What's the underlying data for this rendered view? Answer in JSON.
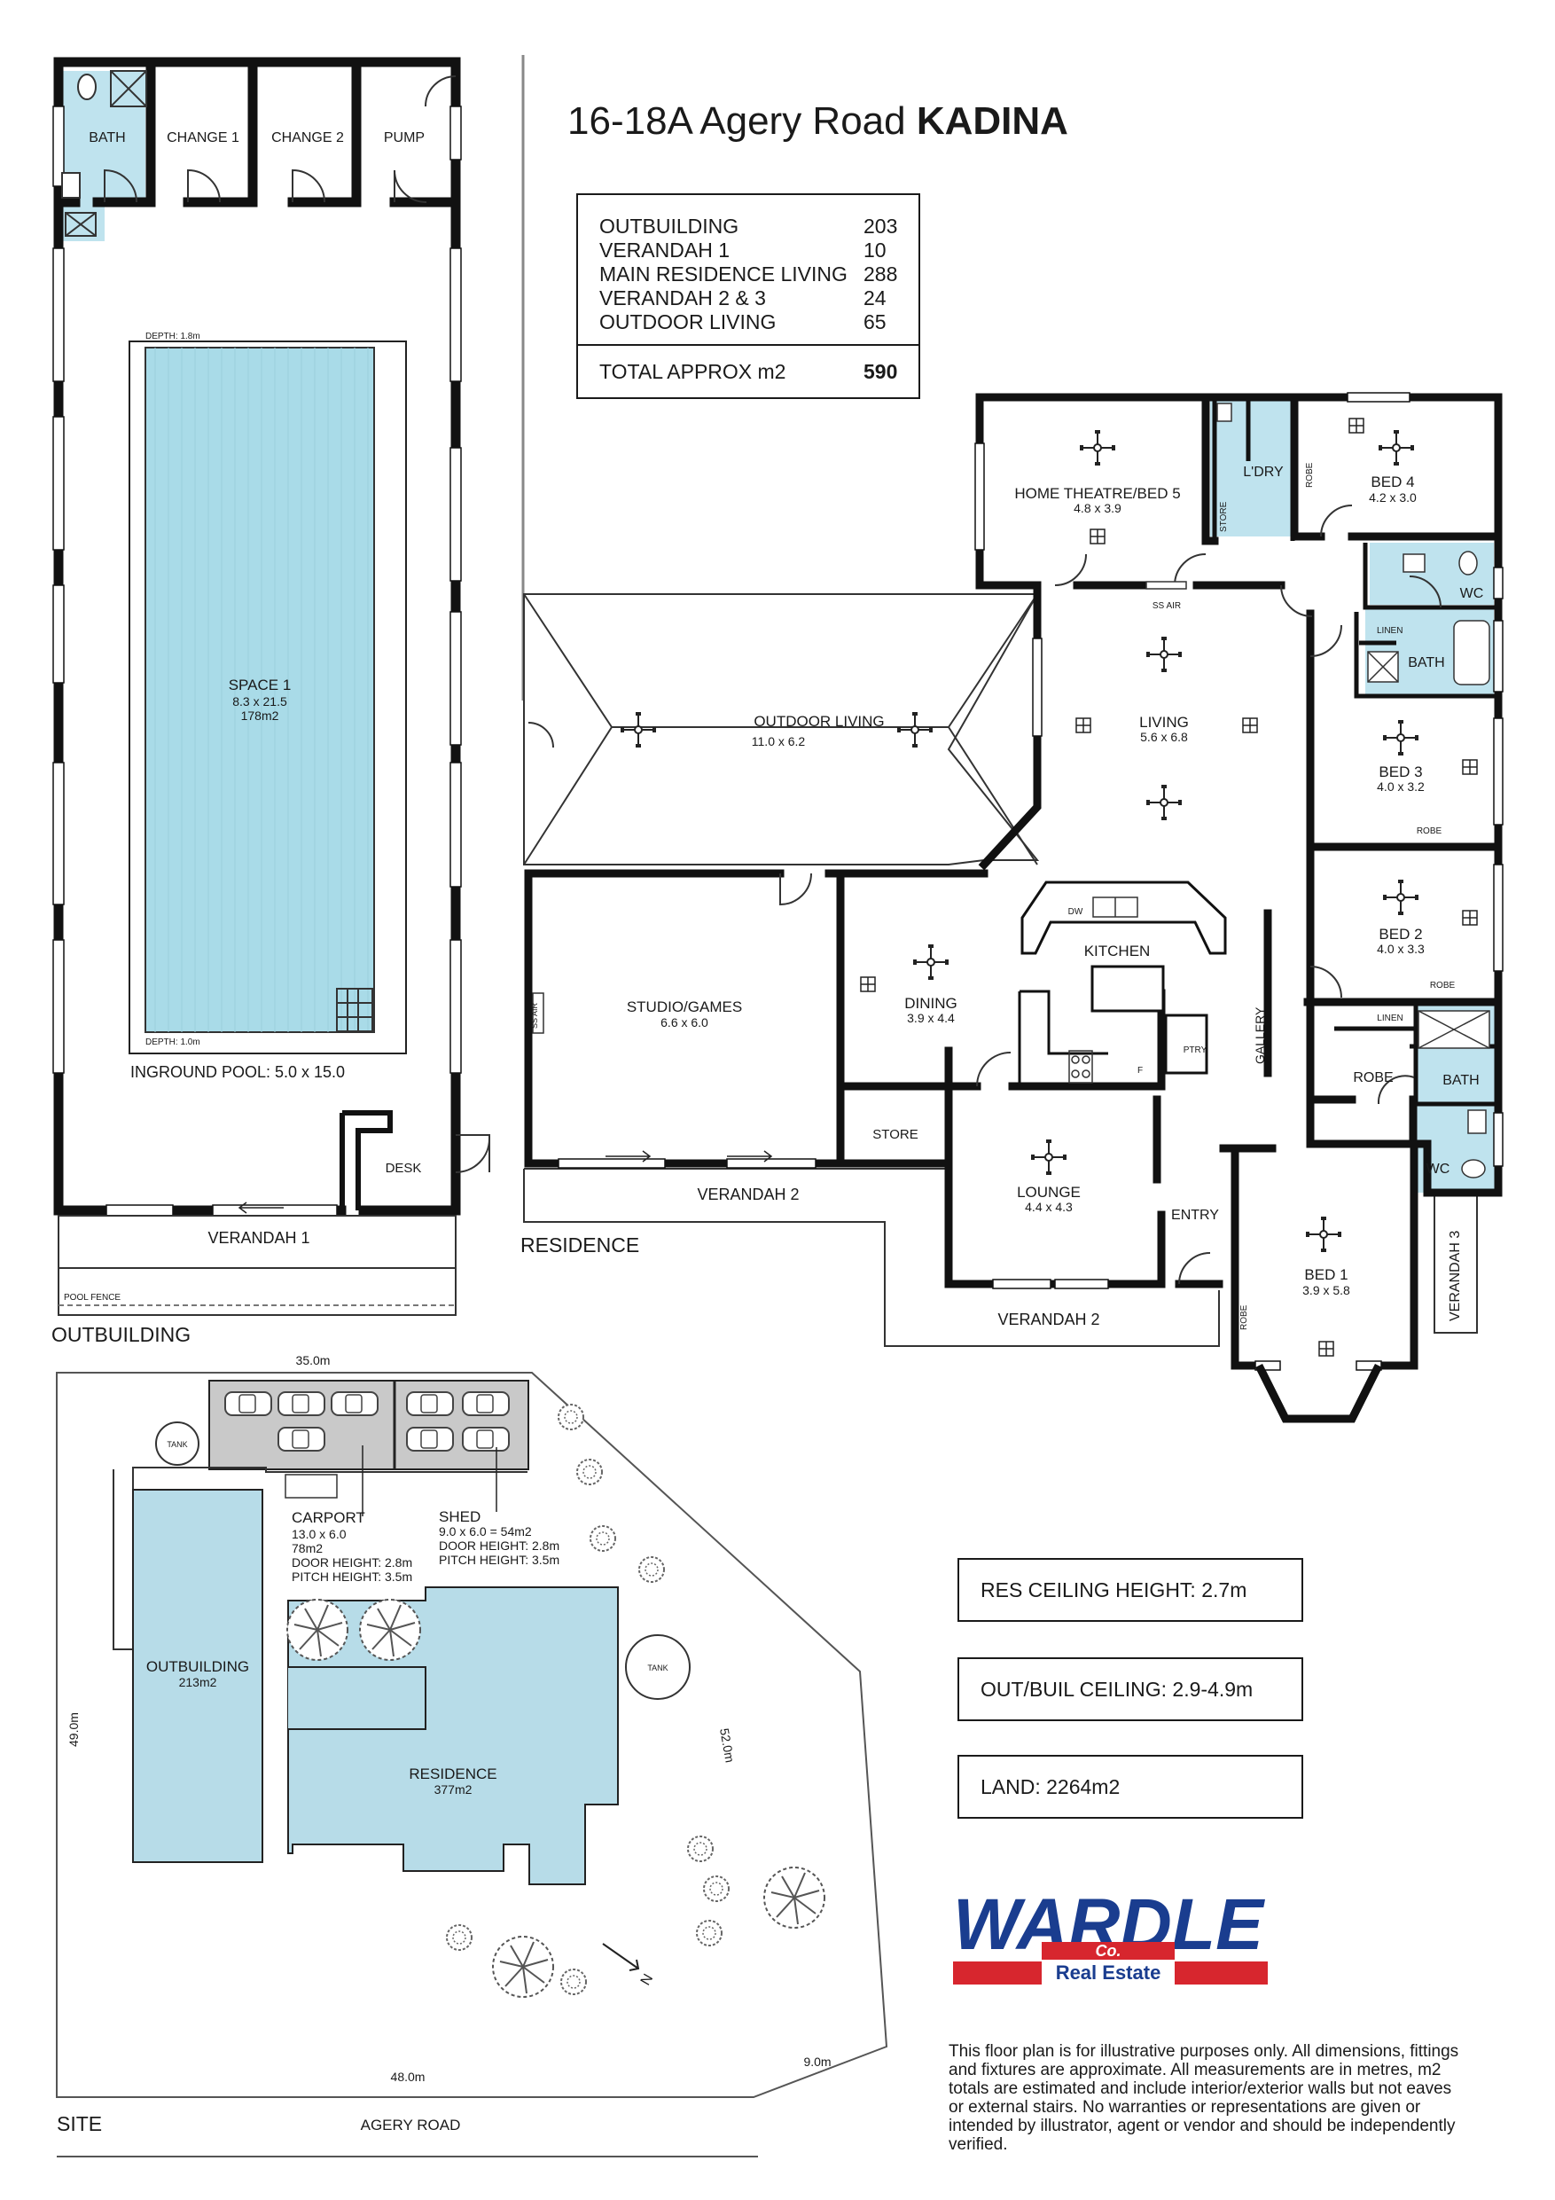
{
  "header": {
    "address": "16-18A Agery Road",
    "suburb": "KADINA"
  },
  "areas": {
    "rows": [
      {
        "label": "OUTBUILDING",
        "value": "203"
      },
      {
        "label": "VERANDAH 1",
        "value": "10"
      },
      {
        "label": "MAIN RESIDENCE LIVING",
        "value": "288"
      },
      {
        "label": "VERANDAH 2 & 3",
        "value": "24"
      },
      {
        "label": "OUTDOOR LIVING",
        "value": "65"
      }
    ],
    "total_label": "TOTAL APPROX m2",
    "total_value": "590"
  },
  "info": {
    "res_ceiling": "RES CEILING HEIGHT: 2.7m",
    "out_ceiling": "OUT/BUIL CEILING: 2.9-4.9m",
    "land": "LAND: 2264m2"
  },
  "outbuilding": {
    "label": "OUTBUILDING",
    "bath": "BATH",
    "change1": "CHANGE 1",
    "change2": "CHANGE 2",
    "pump": "PUMP",
    "space_name": "SPACE 1",
    "space_dims": "8.3 x 21.5",
    "space_area": "178m2",
    "depth_top": "DEPTH: 1.8m",
    "depth_bottom": "DEPTH: 1.0m",
    "pool_label": "INGROUND POOL: 5.0 x 15.0",
    "desk": "DESK",
    "verandah": "VERANDAH 1",
    "pool_fence": "POOL FENCE"
  },
  "residence": {
    "label": "RESIDENCE",
    "outdoor_living": "OUTDOOR LIVING",
    "outdoor_living_dims": "11.0 x 6.2",
    "home_theatre": "HOME THEATRE/BED 5",
    "home_theatre_dims": "4.8 x 3.9",
    "laundry": "L'DRY",
    "store": "STORE",
    "robe": "ROBE",
    "bed4": "BED 4",
    "bed4_dims": "4.2 x 3.0",
    "wc": "WC",
    "linen": "LINEN",
    "bath": "BATH",
    "ss_air": "SS AIR",
    "living": "LIVING",
    "living_dims": "5.6 x 6.8",
    "bed3": "BED 3",
    "bed3_dims": "4.0 x 3.2",
    "bed2": "BED 2",
    "bed2_dims": "4.0 x 3.3",
    "kitchen": "KITCHEN",
    "dw": "DW",
    "ptry": "PTRY",
    "fridge": "F",
    "studio": "STUDIO/GAMES",
    "studio_dims": "6.6 x 6.0",
    "dining": "DINING",
    "dining_dims": "3.9 x 4.4",
    "gallery": "GALLERY",
    "lounge": "LOUNGE",
    "lounge_dims": "4.4 x 4.3",
    "entry": "ENTRY",
    "bed1": "BED 1",
    "bed1_dims": "3.9 x 5.8",
    "verandah2": "VERANDAH 2",
    "verandah3": "VERANDAH 3"
  },
  "site": {
    "label": "SITE",
    "road": "AGERY ROAD",
    "dim_top": "35.0m",
    "dim_left": "49.0m",
    "dim_bottom": "48.0m",
    "dim_right": "52.0m",
    "dim_corner": "9.0m",
    "tank": "TANK",
    "carport": "CARPORT",
    "carport_dims": "13.0 x 6.0",
    "carport_area": "78m2",
    "carport_door": "DOOR HEIGHT: 2.8m",
    "carport_pitch": "PITCH HEIGHT: 3.5m",
    "shed": "SHED",
    "shed_dims": "9.0 x 6.0 = 54m2",
    "shed_door": "DOOR HEIGHT: 2.8m",
    "shed_pitch": "PITCH HEIGHT: 3.5m",
    "outbuilding": "OUTBUILDING",
    "outbuilding_area": "213m2",
    "residence": "RESIDENCE",
    "residence_area": "377m2",
    "north": "N"
  },
  "logo": {
    "name": "WARDLE",
    "co": "Co.",
    "tagline": "Real Estate",
    "blue": "#1a3d8f",
    "red": "#d7262e"
  },
  "disclaimer": "This floor plan is for illustrative purposes only. All dimensions, fittings and fixtures are approximate. All measurements are in metres, m2 totals are estimated and include interior/exterior walls but not eaves or external stairs. No warranties or representations are given or intended by illustrator, agent or vendor and should be independently verified.",
  "colors": {
    "pool": "#a9dbe8",
    "wet": "#bfe3ee",
    "site_fill": "#b7dce8",
    "carport_fill": "#c9c9c9",
    "wall": "#111111"
  }
}
